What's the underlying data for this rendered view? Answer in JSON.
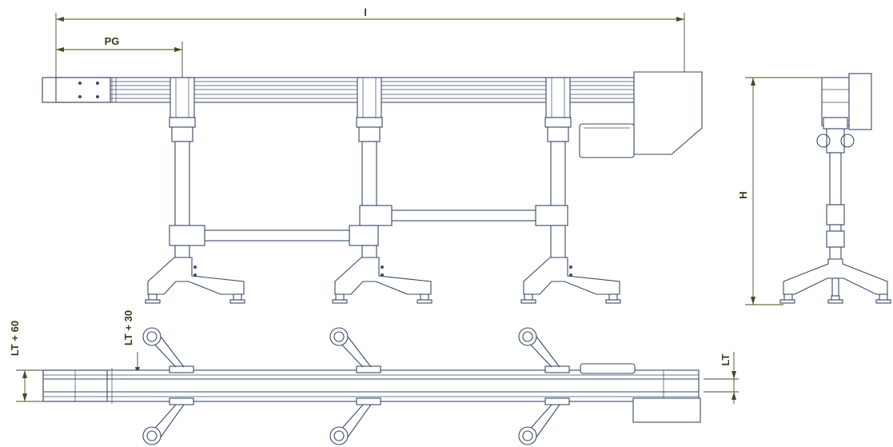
{
  "labels": {
    "l": "l",
    "pg": "PG",
    "h": "H",
    "lt60": "LT + 60",
    "lt30": "LT + 30",
    "lt": "LT"
  },
  "colors": {
    "line": "#3a4a66",
    "dimension": "#4a4a2a",
    "background": "#ffffff"
  },
  "views": [
    "front-view",
    "side-view",
    "top-view"
  ]
}
